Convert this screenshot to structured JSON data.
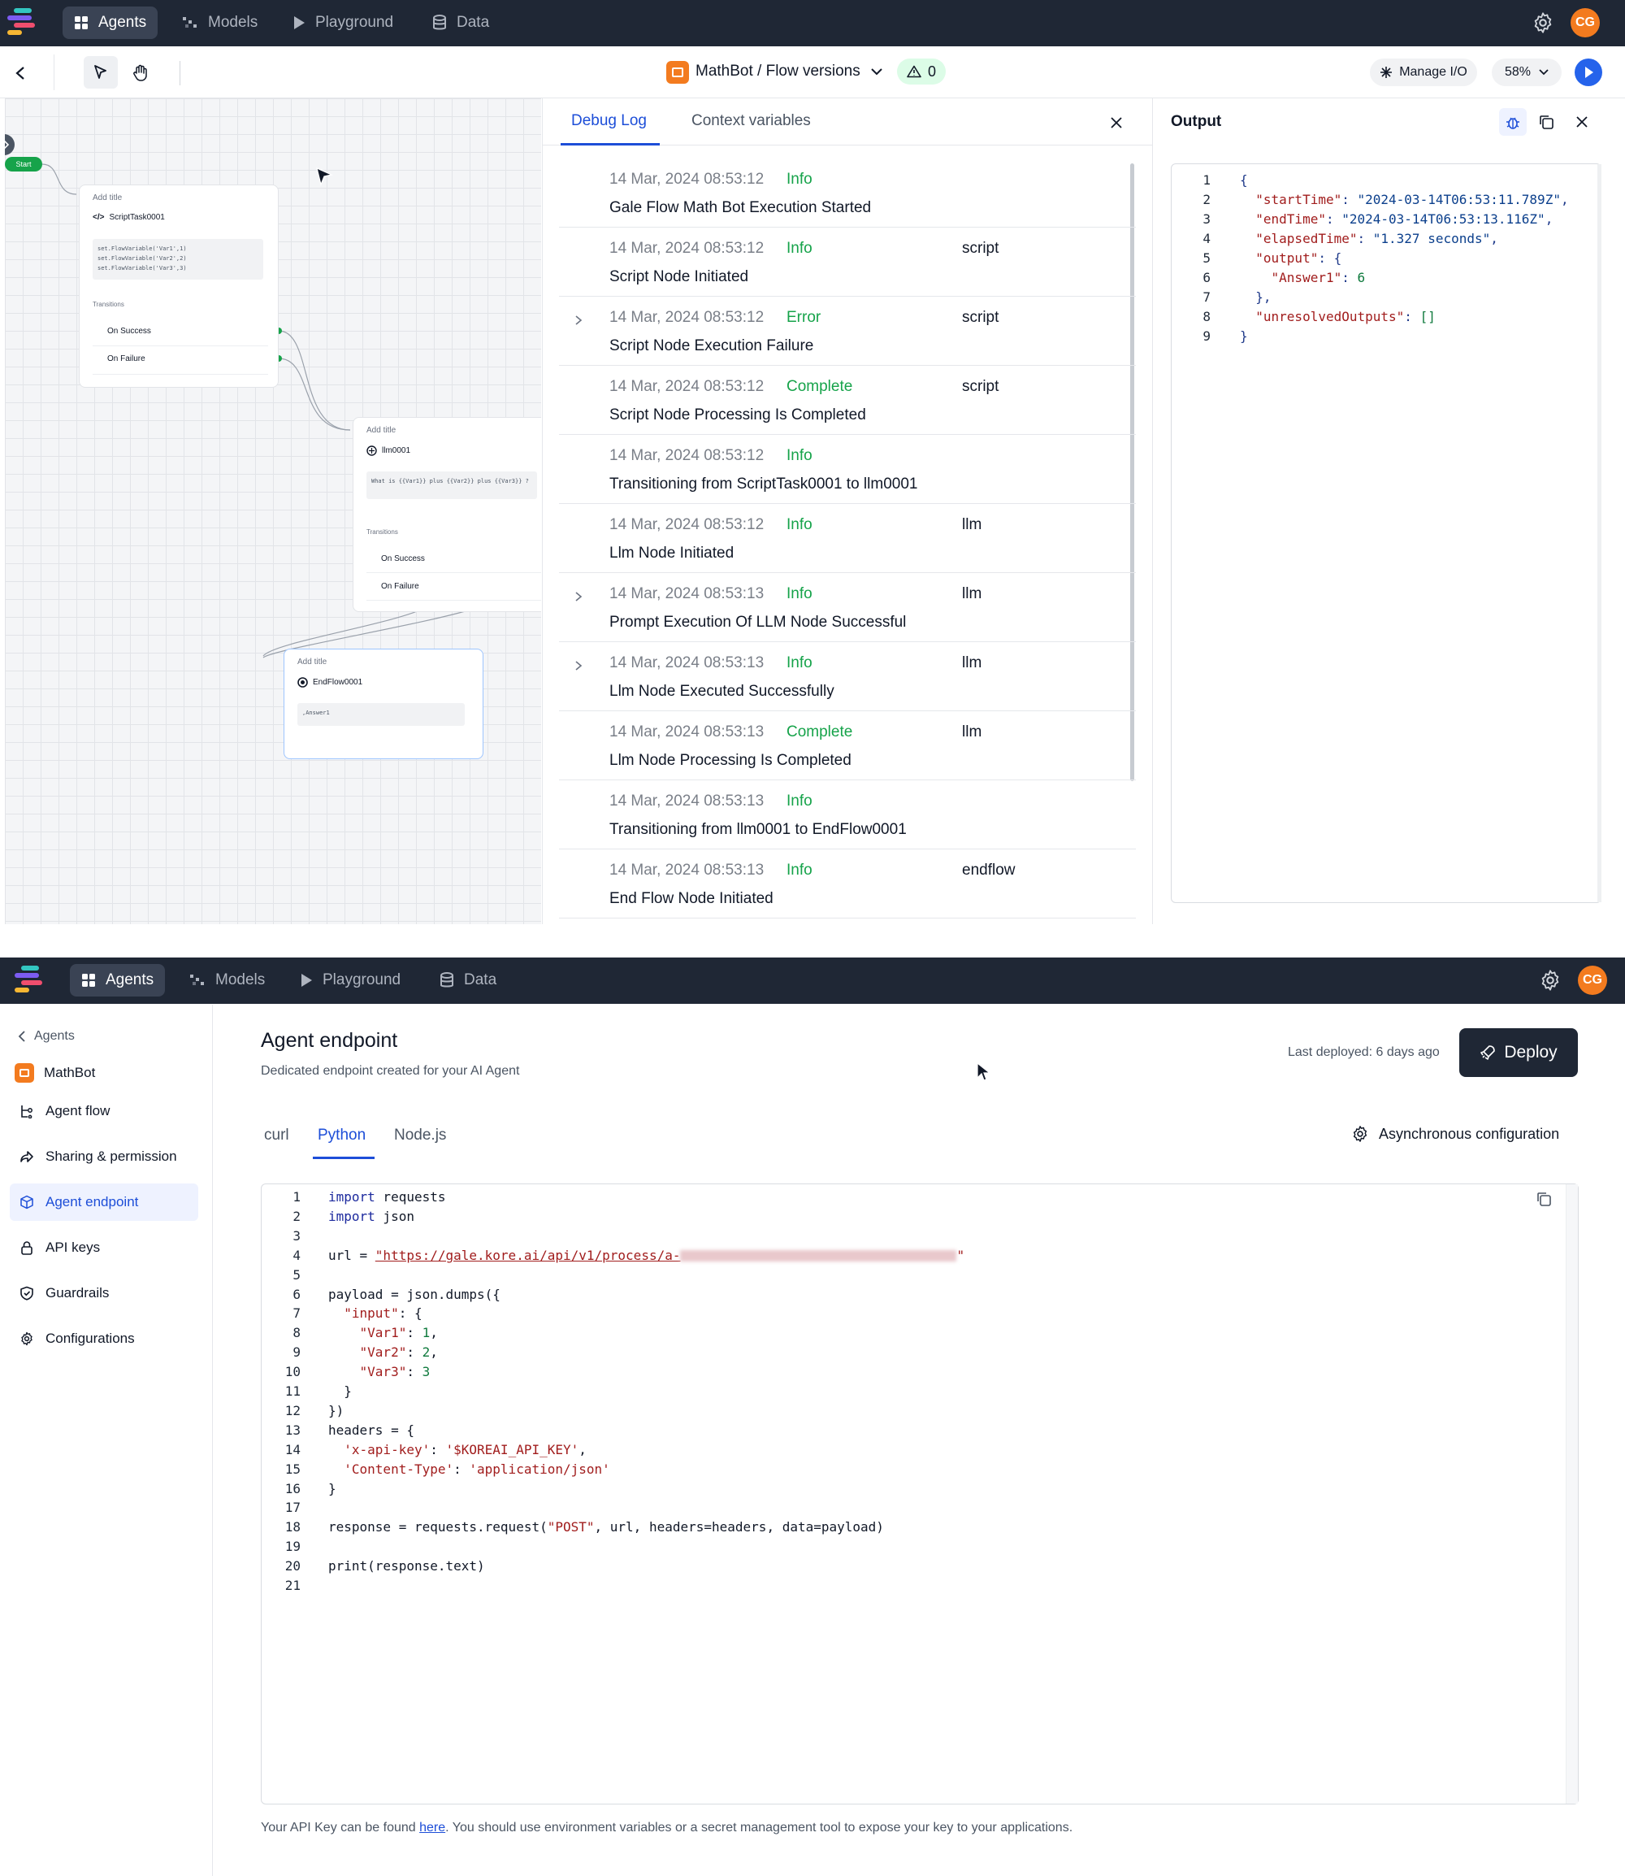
{
  "nav": {
    "tabs": [
      {
        "label": "Agents",
        "icon": "grid-icon",
        "active": true
      },
      {
        "label": "Models",
        "icon": "models-icon",
        "active": false
      },
      {
        "label": "Playground",
        "icon": "play-icon",
        "active": false
      },
      {
        "label": "Data",
        "icon": "database-icon",
        "active": false
      }
    ],
    "avatar": "CG"
  },
  "toolbar": {
    "title": "MathBot / Flow versions",
    "warning_count": "0",
    "manage_io": "Manage I/O",
    "zoom": "58%"
  },
  "canvas": {
    "start_label": "Start",
    "script_node": {
      "title": "Add title",
      "name": "ScriptTask0001",
      "code": [
        "set.FlowVariable('Var1',1)",
        "set.FlowVariable('Var2',2)",
        "set.FlowVariable('Var3',3)"
      ],
      "transitions_label": "Transitions",
      "on_success": "On Success",
      "on_failure": "On Failure"
    },
    "llm_node": {
      "title": "Add title",
      "name": "llm0001",
      "prompt": "What is {{Var1}} plus {{Var2}} plus {{Var3}} ?",
      "transitions_label": "Transitions",
      "on_success": "On Success",
      "on_failure": "On Failure"
    },
    "end_node": {
      "title": "Add title",
      "name": "EndFlow0001",
      "value": ",Answer1"
    }
  },
  "debug": {
    "tabs": [
      "Debug Log",
      "Context variables"
    ],
    "entries": [
      {
        "time": "14 Mar, 2024 08:53:12",
        "level": "Info",
        "source": "",
        "message": "Gale Flow Math Bot Execution Started",
        "expandable": false
      },
      {
        "time": "14 Mar, 2024 08:53:12",
        "level": "Info",
        "source": "script",
        "message": "Script Node Initiated",
        "expandable": false
      },
      {
        "time": "14 Mar, 2024 08:53:12",
        "level": "Error",
        "source": "script",
        "message": "Script Node Execution Failure",
        "expandable": true
      },
      {
        "time": "14 Mar, 2024 08:53:12",
        "level": "Complete",
        "source": "script",
        "message": "Script Node Processing Is Completed",
        "expandable": false
      },
      {
        "time": "14 Mar, 2024 08:53:12",
        "level": "Info",
        "source": "",
        "message": "Transitioning from ScriptTask0001 to llm0001",
        "expandable": false
      },
      {
        "time": "14 Mar, 2024 08:53:12",
        "level": "Info",
        "source": "llm",
        "message": "Llm Node Initiated",
        "expandable": false
      },
      {
        "time": "14 Mar, 2024 08:53:13",
        "level": "Info",
        "source": "llm",
        "message": "Prompt Execution Of LLM Node Successful",
        "expandable": true
      },
      {
        "time": "14 Mar, 2024 08:53:13",
        "level": "Info",
        "source": "llm",
        "message": "Llm Node Executed Successfully",
        "expandable": true
      },
      {
        "time": "14 Mar, 2024 08:53:13",
        "level": "Complete",
        "source": "llm",
        "message": "Llm Node Processing Is Completed",
        "expandable": false
      },
      {
        "time": "14 Mar, 2024 08:53:13",
        "level": "Info",
        "source": "",
        "message": "Transitioning from llm0001 to EndFlow0001",
        "expandable": false
      },
      {
        "time": "14 Mar, 2024 08:53:13",
        "level": "Info",
        "source": "endflow",
        "message": "End Flow Node Initiated",
        "expandable": false
      }
    ],
    "level_colors": {
      "Info": "#16a34a",
      "Error": "#16a34a",
      "Complete": "#16a34a"
    }
  },
  "output": {
    "title": "Output",
    "lines": [
      "{",
      "  \"startTime\": \"2024-03-14T06:53:11.789Z\",",
      "  \"endTime\": \"2024-03-14T06:53:13.116Z\",",
      "  \"elapsedTime\": \"1.327 seconds\",",
      "  \"output\": {",
      "    \"Answer1\": 6",
      "  },",
      "  \"unresolvedOutputs\": []",
      "}"
    ]
  },
  "sidebar": {
    "back_label": "Agents",
    "agent_name": "MathBot",
    "items": [
      {
        "label": "Agent flow",
        "icon": "flow-icon",
        "active": false
      },
      {
        "label": "Sharing & permission",
        "icon": "share-icon",
        "active": false
      },
      {
        "label": "Agent endpoint",
        "icon": "cube-icon",
        "active": true
      },
      {
        "label": "API keys",
        "icon": "lock-icon",
        "active": false
      },
      {
        "label": "Guardrails",
        "icon": "shield-icon",
        "active": false
      },
      {
        "label": "Configurations",
        "icon": "gear-icon",
        "active": false
      }
    ]
  },
  "endpoint": {
    "title": "Agent endpoint",
    "subtitle": "Dedicated endpoint created for your AI Agent",
    "last_deployed": "Last deployed: 6 days ago",
    "deploy_label": "Deploy",
    "tabs": [
      "curl",
      "Python",
      "Node.js"
    ],
    "active_tab": "Python",
    "async_label": "Asynchronous configuration",
    "code_lines": [
      "import requests",
      "import json",
      "",
      "url = \"https://gale.kore.ai/api/v1/process/a-",
      "",
      "payload = json.dumps({",
      "  \"input\": {",
      "    \"Var1\": 1,",
      "    \"Var2\": 2,",
      "    \"Var3\": 3",
      "  }",
      "})",
      "headers = {",
      "  'x-api-key': '$KOREAI_API_KEY',",
      "  'Content-Type': 'application/json'",
      "}",
      "",
      "response = requests.request(\"POST\", url, headers=headers, data=payload)",
      "",
      "print(response.text)",
      ""
    ],
    "footer_before": "Your API Key can be found ",
    "footer_link": "here",
    "footer_after": ". You should use environment variables or a secret management tool to expose your key to your applications."
  }
}
